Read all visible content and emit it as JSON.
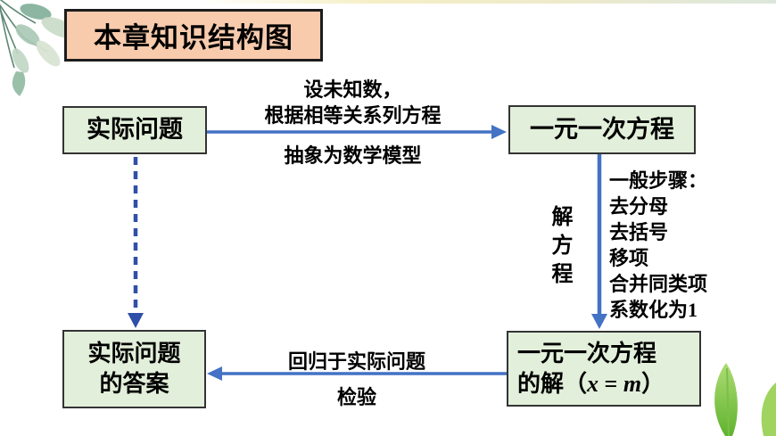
{
  "page": {
    "title": "本章知识结构图"
  },
  "flow": {
    "problem": {
      "label": "实际问题"
    },
    "equation": {
      "label": "一元一次方程"
    },
    "answer": {
      "line1": "实际问题",
      "line2": "的答案"
    },
    "solution": {
      "line1": "一元一次方程",
      "line2_prefix": "的解（",
      "var": "x",
      "equals": " = ",
      "value": "m",
      "line2_suffix": "）"
    }
  },
  "annotations": {
    "abstract_above_1": "设未知数，",
    "abstract_above_2": "根据相等关系列方程",
    "abstract_below": "抽象为数学模型",
    "solve_vertical": "解方程",
    "steps_heading": "一般步骤：",
    "steps": [
      "去分母",
      "去括号",
      "移项",
      "合并同类项",
      "系数化为1"
    ],
    "return_above": "回归于实际问题",
    "return_below": "检验"
  },
  "colors": {
    "arrow_blue": "#4472C4",
    "node_fill": "#E2EFDA",
    "node_border": "#343434",
    "title_fill": "#F8CBAD",
    "title_border": "#1C1C1C",
    "leaf_bright_green": "#8CC63F",
    "leaf_sage_green": "#A9C8B4"
  }
}
